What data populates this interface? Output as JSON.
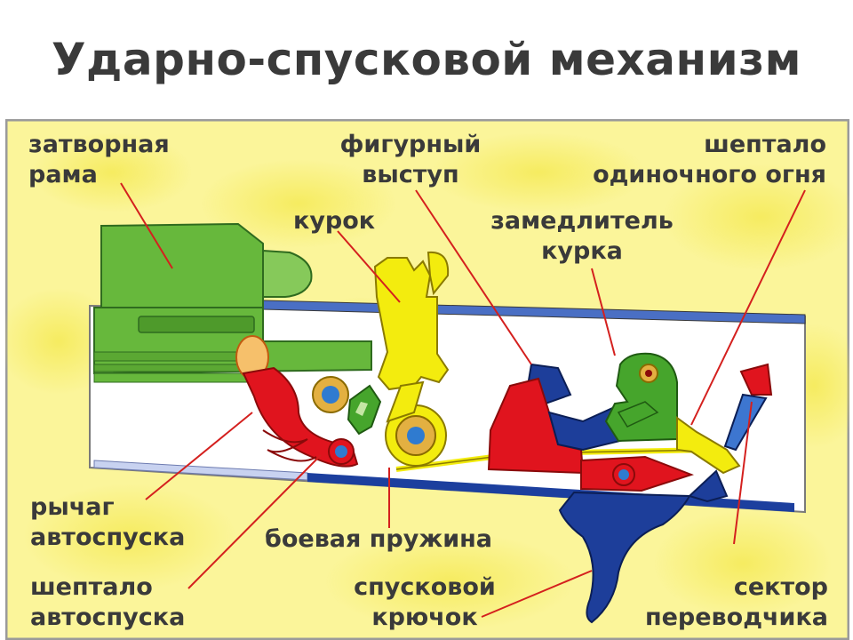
{
  "title": "Ударно-спусковой механизм",
  "labels": {
    "bolt_carrier": [
      "затворная",
      "рама"
    ],
    "shaped_lug": [
      "фигурный",
      "выступ"
    ],
    "single_fire_sear": [
      "шептало",
      "одиночного огня"
    ],
    "hammer": [
      "курок"
    ],
    "hammer_retarder": [
      "замедлитель",
      "курка"
    ],
    "auto_release_lever": [
      "рычаг",
      "автоспуска"
    ],
    "mainspring": [
      "боевая пружина"
    ],
    "auto_sear": [
      "шептало",
      "автоспуска"
    ],
    "trigger": [
      "спусковой",
      "крючок"
    ],
    "selector_sector": [
      "сектор",
      "переводчика"
    ]
  },
  "colors": {
    "background": "#fbf59a",
    "background_spot": "#f4e84a",
    "frame": "#9a9a9a",
    "receiver_rail": "#1c3f9e",
    "bolt_carrier": "#67b83c",
    "bolt_carrier_dark": "#2f6b1f",
    "hammer": "#f3ec0e",
    "red_part": "#e0141e",
    "blue_part": "#1d3e9a",
    "green_part": "#46a52c",
    "leader_line": "#d4201e",
    "text": "#3a3a3a"
  }
}
